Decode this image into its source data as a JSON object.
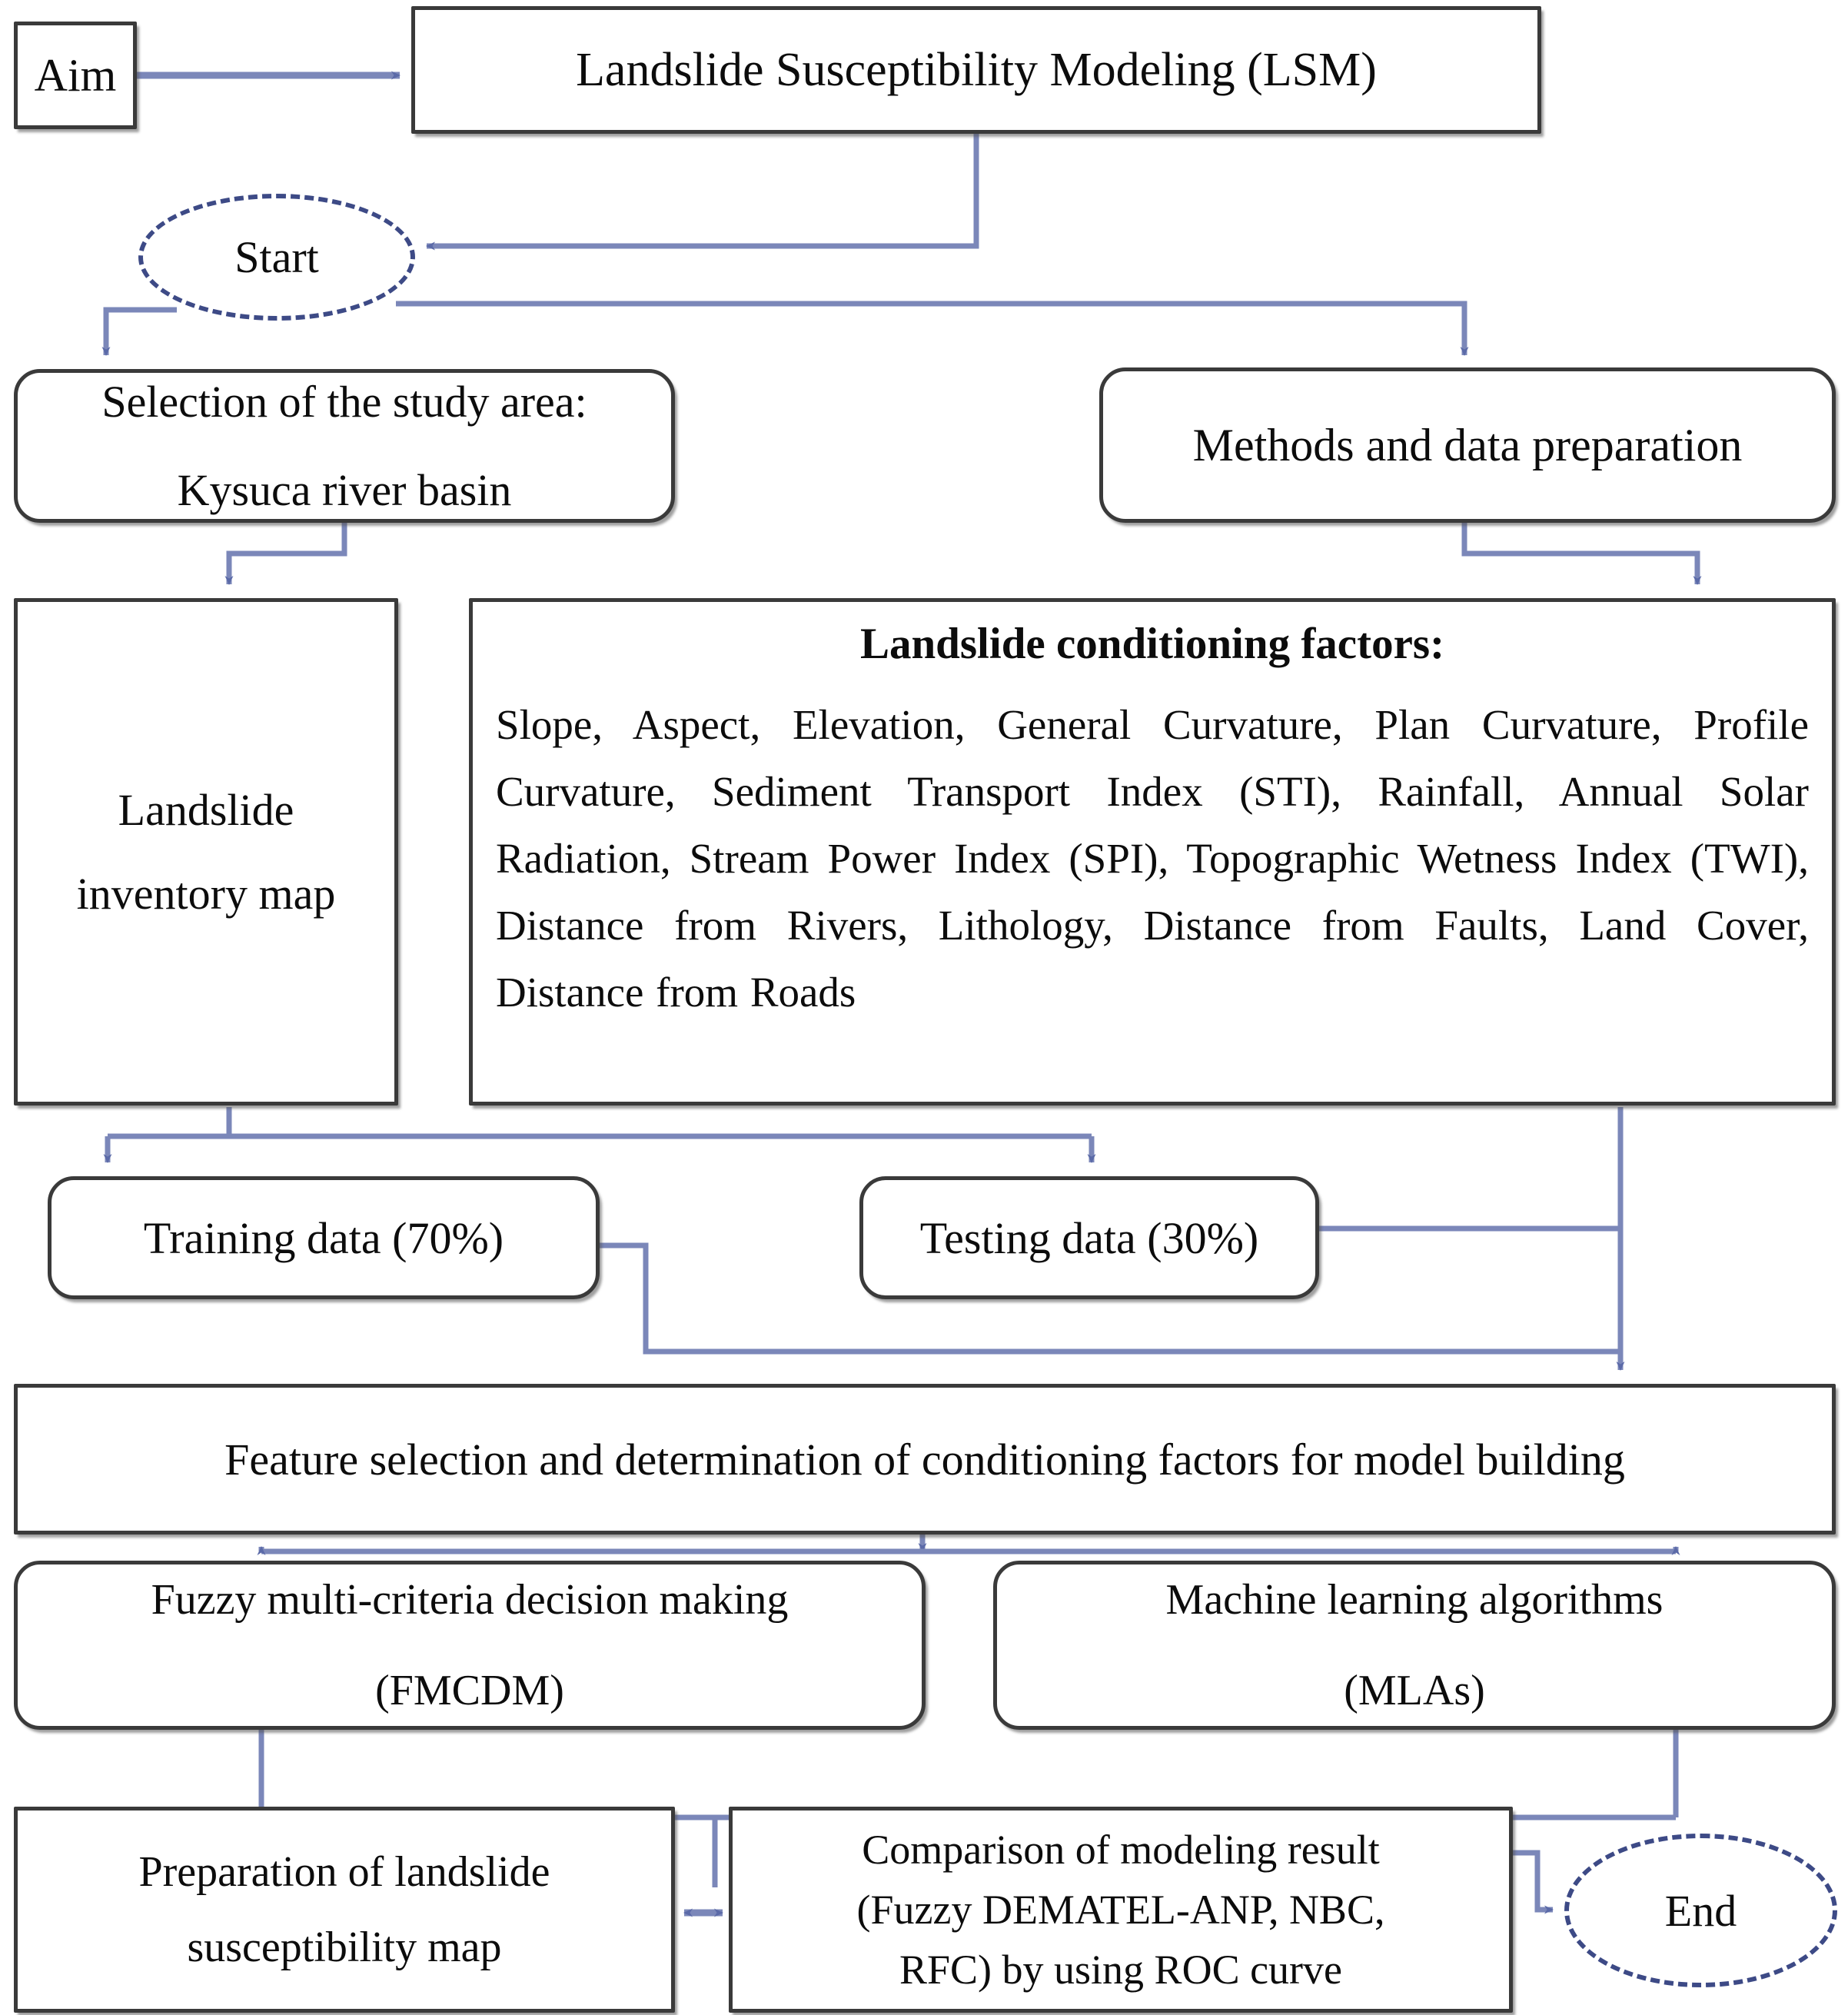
{
  "diagram": {
    "title": "Landslide Susceptibility Modeling workflow",
    "accent_line_color": "#7b87b9",
    "terminal_border_color": "#3d4a86",
    "box_border_color": "#3a3a3a",
    "background_color": "#ffffff"
  },
  "nodes": {
    "aim": {
      "label": "Aim",
      "shape": "rectangle"
    },
    "lsm": {
      "label": "Landslide Susceptibility Modeling (LSM)",
      "shape": "rectangle"
    },
    "start": {
      "label": "Start",
      "shape": "ellipse-dashed"
    },
    "study_area": {
      "line1": "Selection of the study area:",
      "line2": "Kysuca river basin",
      "shape": "rounded-rectangle"
    },
    "methods": {
      "label": "Methods and data preparation",
      "shape": "rounded-rectangle"
    },
    "inventory": {
      "line1": "Landslide",
      "line2": "inventory map",
      "shape": "rectangle"
    },
    "factors": {
      "title": "Landslide conditioning factors:",
      "body": "Slope, Aspect, Elevation, General Curvature, Plan Curvature, Profile Curvature, Sediment Transport Index (STI), Rainfall, Annual Solar Radiation, Stream Power Index (SPI), Topographic Wetness Index (TWI), Distance from Rivers, Lithology, Distance from Faults, Land Cover, Distance from Roads",
      "items": [
        "Slope",
        "Aspect",
        "Elevation",
        "General Curvature",
        "Plan Curvature",
        "Profile Curvature",
        "Sediment Transport Index (STI)",
        "Rainfall",
        "Annual Solar Radiation",
        "Stream Power Index (SPI)",
        "Topographic Wetness Index (TWI)",
        "Distance from Rivers",
        "Lithology",
        "Distance from Faults",
        "Land Cover",
        "Distance from Roads"
      ],
      "shape": "rectangle"
    },
    "training": {
      "label": "Training data  (70%)",
      "shape": "rounded-rectangle"
    },
    "testing": {
      "label": "Testing data (30%)",
      "shape": "rounded-rectangle"
    },
    "feature_selection": {
      "label": "Feature selection and determination of conditioning factors for model building",
      "shape": "rectangle"
    },
    "fmcdm": {
      "line1": "Fuzzy multi-criteria decision making",
      "line2": "(FMCDM)",
      "shape": "rounded-rectangle"
    },
    "mlas": {
      "line1": "Machine learning algorithms",
      "line2": "(MLAs)",
      "shape": "rounded-rectangle"
    },
    "preparation": {
      "line1": "Preparation of landslide",
      "line2": "susceptibility map",
      "shape": "rectangle"
    },
    "comparison": {
      "line1": "Comparison of modeling result",
      "line2": "(Fuzzy DEMATEL-ANP, NBC,",
      "line3": "RFC) by using ROC curve",
      "shape": "rectangle"
    },
    "end": {
      "label": "End",
      "shape": "ellipse-dashed"
    }
  },
  "edges": [
    {
      "from": "aim",
      "to": "lsm",
      "style": "arrow"
    },
    {
      "from": "lsm",
      "to": "start",
      "style": "arrow"
    },
    {
      "from": "start",
      "to": "study_area",
      "style": "arrow"
    },
    {
      "from": "start",
      "to": "methods",
      "style": "arrow"
    },
    {
      "from": "study_area",
      "to": "inventory",
      "style": "arrow"
    },
    {
      "from": "methods",
      "to": "factors",
      "style": "arrow"
    },
    {
      "from": "inventory",
      "to": "training",
      "style": "arrow"
    },
    {
      "from": "inventory",
      "to": "testing",
      "style": "arrow"
    },
    {
      "from": "factors",
      "to": "feature_selection",
      "style": "arrow"
    },
    {
      "from": "training",
      "to": "feature_selection",
      "style": "arrow"
    },
    {
      "from": "testing",
      "to": "feature_selection",
      "style": "arrow"
    },
    {
      "from": "feature_selection",
      "to": "fmcdm",
      "style": "arrow"
    },
    {
      "from": "feature_selection",
      "to": "mlas",
      "style": "arrow"
    },
    {
      "from": "fmcdm",
      "to": "comparison",
      "style": "arrow"
    },
    {
      "from": "mlas",
      "to": "comparison",
      "style": "arrow"
    },
    {
      "from": "preparation",
      "to": "comparison",
      "style": "double-arrow"
    },
    {
      "from": "comparison",
      "to": "end",
      "style": "arrow"
    }
  ]
}
